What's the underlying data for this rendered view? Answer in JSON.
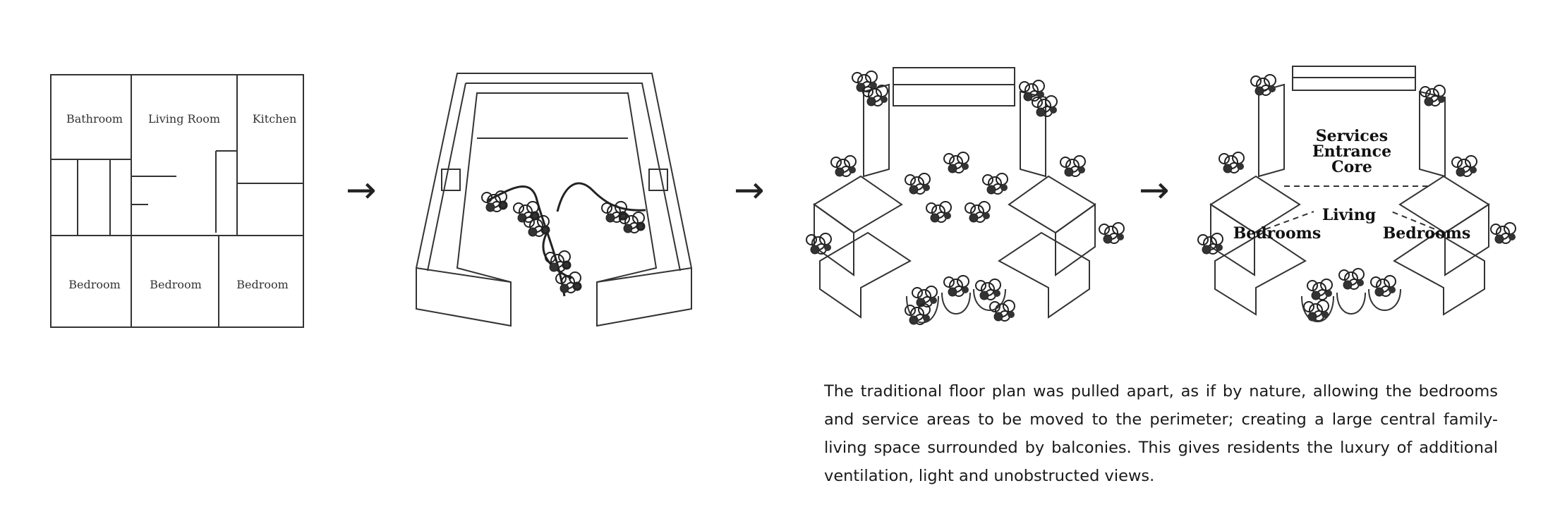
{
  "floor_plan": {
    "rooms": [
      "Bathroom",
      "Living Room",
      "Kitchen",
      "Bedroom",
      "Bedroom",
      "Bedroom"
    ]
  },
  "stage4_labels": {
    "services": "Services",
    "entrance": "Entrance",
    "core": "Core",
    "living": "Living",
    "bedrooms_left": "Bedrooms",
    "bedrooms_right": "Bedrooms"
  },
  "arrow_glyph": "→",
  "caption": "The traditional floor plan was pulled apart, as if by nature, allowing the bedrooms and service areas to be moved to the perimeter; creating a large central family-living space surrounded by balconies. This gives residents the luxury of additional ventilation, light and unobstructed views."
}
